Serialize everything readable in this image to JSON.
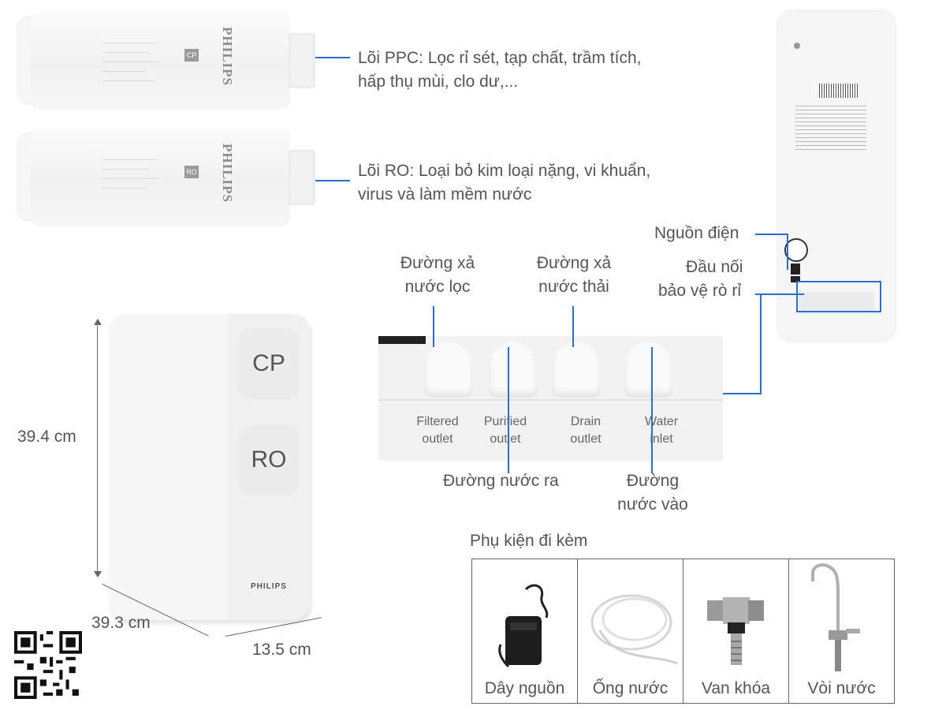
{
  "cartridges": [
    {
      "brand": "PHILIPS",
      "tag": "CP",
      "label_line1": "Lõi PPC: Lọc rỉ sét, tạp chất, trầm tích,",
      "label_line2": "hấp thụ mùi, clo dư,..."
    },
    {
      "brand": "PHILIPS",
      "tag": "RO",
      "label_line1": "Lõi RO: Loại bỏ kim loại nặng, vi khuẩn,",
      "label_line2": "virus và làm mềm nước"
    }
  ],
  "back_labels": {
    "power": "Nguồn điện",
    "leak_line1": "Đầu nối",
    "leak_line2": "bảo vệ rò rỉ"
  },
  "outlet_callouts": {
    "filtered_drain_line1": "Đường xả",
    "filtered_drain_line2": "nước lọc",
    "waste_drain_line1": "Đường xả",
    "waste_drain_line2": "nước thải",
    "water_out": "Đường nước ra",
    "water_in_line1": "Đường",
    "water_in_line2": "nước vào"
  },
  "photo_labels": [
    {
      "line1": "Filtered",
      "line2": "outlet"
    },
    {
      "line1": "Purified",
      "line2": "outlet"
    },
    {
      "line1": "Drain",
      "line2": "outlet"
    },
    {
      "line1": "Water",
      "line2": "inlet"
    }
  ],
  "unit": {
    "brand": "PHILIPS",
    "pad_top": "CP",
    "pad_bottom": "RO",
    "height": "39.4 cm",
    "width": "39.3 cm",
    "depth": "13.5 cm"
  },
  "accessories": {
    "title": "Phụ kiện đi kèm",
    "items": [
      "Dây nguồn",
      "Ống nước",
      "Van khóa",
      "Vòi nước"
    ]
  },
  "colors": {
    "callout_line": "#2b6fd6",
    "text": "#555555"
  }
}
